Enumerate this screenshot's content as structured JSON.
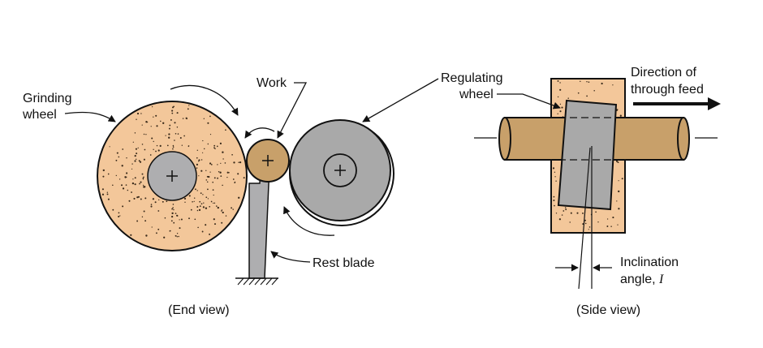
{
  "end_view": {
    "grinding_wheel_label_line1": "Grinding",
    "grinding_wheel_label_line2": "wheel",
    "work_label": "Work",
    "rest_blade_label": "Rest blade",
    "caption": "(End view)"
  },
  "side_view": {
    "regulating_wheel_label_line1": "Regulating",
    "regulating_wheel_label_line2": "wheel",
    "direction_label_line1": "Direction of",
    "direction_label_line2": "through feed",
    "inclination_label_line1": "Inclination",
    "inclination_label_line2_text": "angle, ",
    "inclination_symbol": "I",
    "caption": "(Side view)"
  },
  "colors": {
    "grinding_wheel": "#F3C79A",
    "work": "#C8A06A",
    "regulating_wheel": "#A9A9A9",
    "hub": "#AEAEB0",
    "outline": "#111111"
  }
}
